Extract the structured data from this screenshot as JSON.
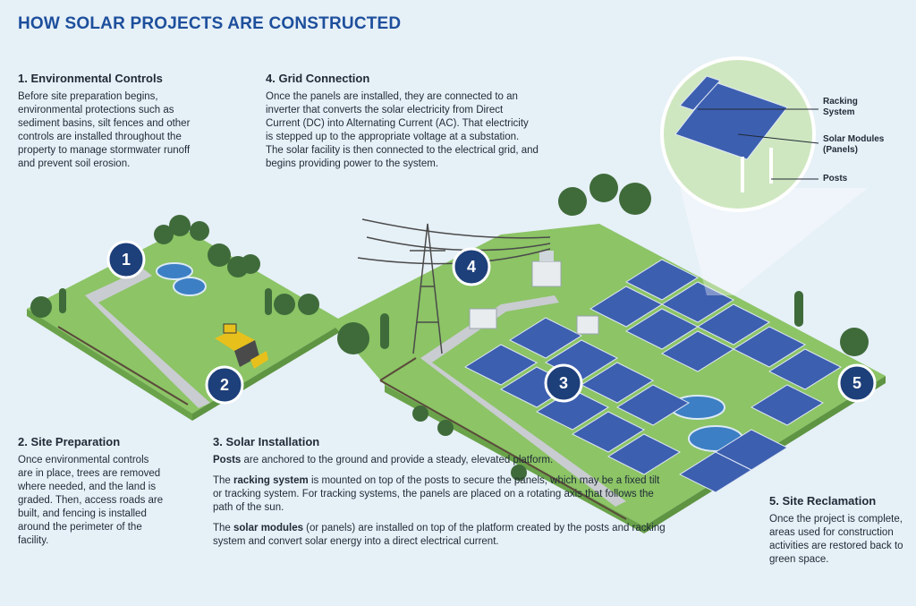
{
  "title": "HOW SOLAR PROJECTS ARE CONSTRUCTED",
  "sections": {
    "environmental": {
      "heading": "1. Environmental Controls",
      "body": "Before site preparation begins, environmental protections such as sediment basins, silt fences and other controls are installed throughout the property to manage stormwater runoff and prevent soil erosion."
    },
    "grid": {
      "heading": "4. Grid Connection",
      "body": "Once the panels are installed, they are connected to an inverter that converts the solar electricity from Direct Current (DC) into Alternating Current (AC). That electricity is stepped up to the appropriate voltage at a substation. The solar facility is then connected to the electrical grid, and begins providing power to the system."
    },
    "site_prep": {
      "heading": "2. Site Preparation",
      "body": "Once environmental controls are in place, trees are removed where needed, and the land is graded. Then, access roads are built, and fencing is installed around the perimeter of the facility."
    },
    "installation": {
      "heading": "3. Solar Installation",
      "p1_bold": "Posts",
      "p1_rest": " are anchored to the ground and provide a steady, elevated platform.",
      "p2_pre": "The ",
      "p2_bold": "racking system",
      "p2_rest": " is mounted on top of the posts to secure the panels, which may be a fixed tilt or tracking system. For tracking systems, the panels are placed on a rotating axis that follows the path of the sun.",
      "p3_pre": "The ",
      "p3_bold": "solar modules",
      "p3_rest": " (or panels) are installed on top of the platform created by the posts and racking system and convert solar energy into a direct electrical current."
    },
    "reclamation": {
      "heading": "5. Site Reclamation",
      "body": "Once the project is complete, areas used for construction activities are restored back to green space."
    }
  },
  "callouts": {
    "racking": "Racking System",
    "modules": "Solar Modules (Panels)",
    "posts": "Posts"
  },
  "badges": [
    "1",
    "2",
    "3",
    "4",
    "5"
  ],
  "colors": {
    "title": "#1d4f9c",
    "badge": "#1d3f7a",
    "grass": "#8cc466",
    "panel": "#3d5fb0",
    "background": "#e6f0f7"
  }
}
